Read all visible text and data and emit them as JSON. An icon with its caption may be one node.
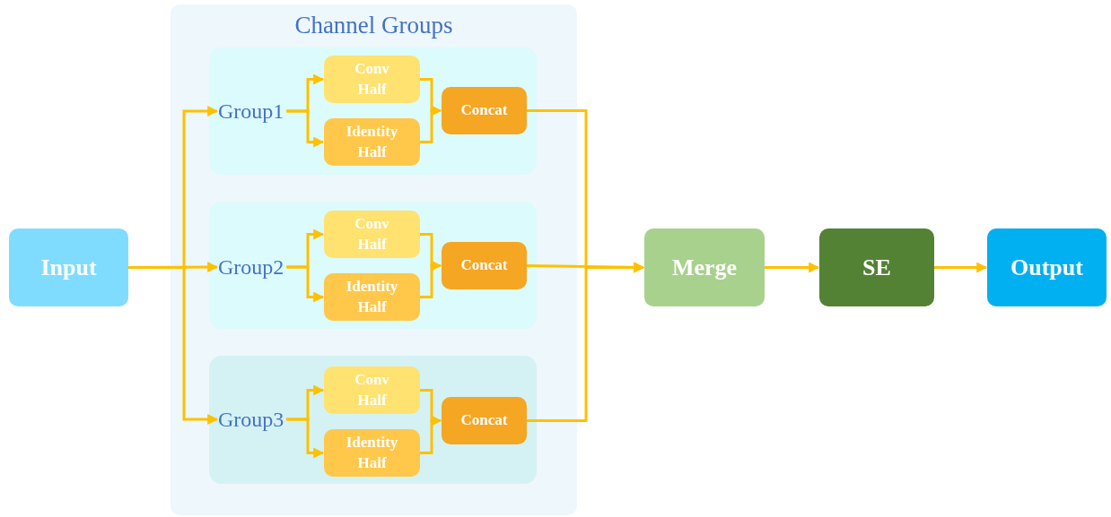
{
  "diagram": {
    "nodes": [
      {
        "text": [
          "Input"
        ]
      },
      {
        "text": [
          "Channel Groups"
        ]
      },
      {
        "text": [],
        "shape": "box",
        "in": 1
      },
      {
        "text": [
          "Group1"
        ],
        "in": 2
      },
      {
        "text": [
          "Conv Half"
        ],
        "in": 2
      },
      {
        "text": [
          "Identity Half"
        ],
        "in": 2
      },
      {
        "text": [
          "Concat"
        ],
        "in": 2
      },
      {
        "text": [],
        "shape": "box",
        "in": 1
      },
      {
        "text": [
          "Group2"
        ],
        "in": 7
      },
      {
        "text": [
          "Conv Half"
        ],
        "in": 7
      },
      {
        "text": [
          "Identity Half"
        ],
        "in": 7
      },
      {
        "text": [
          "Concat"
        ],
        "in": 7
      },
      {
        "text": [],
        "shape": "box",
        "in": 1
      },
      {
        "text": [
          "Group3"
        ],
        "in": 12
      },
      {
        "text": [
          "Conv Half"
        ],
        "in": 12
      },
      {
        "text": [
          "Identity Half"
        ],
        "in": 12
      },
      {
        "text": [
          "Concat"
        ],
        "in": 12
      },
      {
        "text": [
          "Merge"
        ]
      },
      {
        "text": [
          "SE"
        ]
      },
      {
        "text": [
          "Output"
        ]
      }
    ],
    "edges": [
      {
        "from": 0,
        "to": 3,
        "arrow": "to"
      },
      {
        "from": 0,
        "to": 8,
        "arrow": "to"
      },
      {
        "from": 0,
        "to": 13,
        "arrow": "to"
      },
      {
        "from": 3,
        "to": 4,
        "arrow": "to"
      },
      {
        "from": 3,
        "to": 5,
        "arrow": "to"
      },
      {
        "from": 4,
        "to": 6,
        "arrow": "to"
      },
      {
        "from": 5,
        "to": 6,
        "arrow": "to"
      },
      {
        "from": 8,
        "to": 9,
        "arrow": "to"
      },
      {
        "from": 8,
        "to": 10,
        "arrow": "to"
      },
      {
        "from": 9,
        "to": 11,
        "arrow": "to"
      },
      {
        "from": 10,
        "to": 11,
        "arrow": "to"
      },
      {
        "from": 13,
        "to": 14,
        "arrow": "to"
      },
      {
        "from": 13,
        "to": 15,
        "arrow": "to"
      },
      {
        "from": 14,
        "to": 16,
        "arrow": "to"
      },
      {
        "from": 15,
        "to": 16,
        "arrow": "to"
      },
      {
        "from": 6,
        "to": 17,
        "arrow": "to"
      },
      {
        "from": 11,
        "to": 17,
        "arrow": "to"
      },
      {
        "from": 16,
        "to": 17,
        "arrow": "to"
      },
      {
        "from": 17,
        "to": 18,
        "arrow": "to"
      },
      {
        "from": 18,
        "to": 19,
        "arrow": "to"
      }
    ]
  }
}
